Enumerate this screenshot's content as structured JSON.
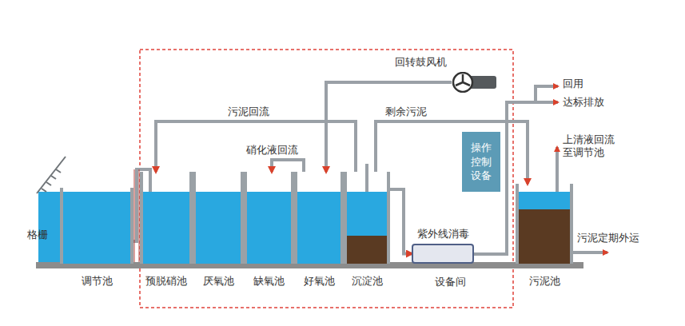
{
  "diagram": {
    "nodes": [
      {
        "text": [
          "调节池"
        ]
      },
      {
        "text": [
          "预脱硝池"
        ]
      },
      {
        "text": [
          "厌氧池"
        ]
      },
      {
        "text": [
          "缺氧池"
        ]
      },
      {
        "text": [
          "好氧池"
        ]
      },
      {
        "text": [
          "沉淀池"
        ]
      },
      {
        "text": [
          "设备间"
        ]
      },
      {
        "text": [
          "紫外线消毒"
        ],
        "in": 6
      },
      {
        "text": [
          "操作控制设备"
        ],
        "in": 6
      },
      {
        "text": [
          "回转鼓风机"
        ]
      },
      {
        "text": [
          "污泥池"
        ]
      }
    ],
    "edges": [
      {
        "from": 5,
        "to": 1,
        "label": "污泥回流",
        "arrow": "to"
      },
      {
        "from": 4,
        "to": 3,
        "label": "硝化液回流",
        "arrow": "to"
      },
      {
        "from": 5,
        "to": 10,
        "label": "剩余污泥",
        "arrow": "to"
      },
      {
        "from": 9,
        "to": 4,
        "arrow": "to"
      },
      {
        "from": 5,
        "to": 7,
        "arrow": "to"
      }
    ],
    "labels": [
      "格栅",
      "回用",
      "达标排放",
      "上清液回流至调节池",
      "污泥定期外运"
    ]
  }
}
